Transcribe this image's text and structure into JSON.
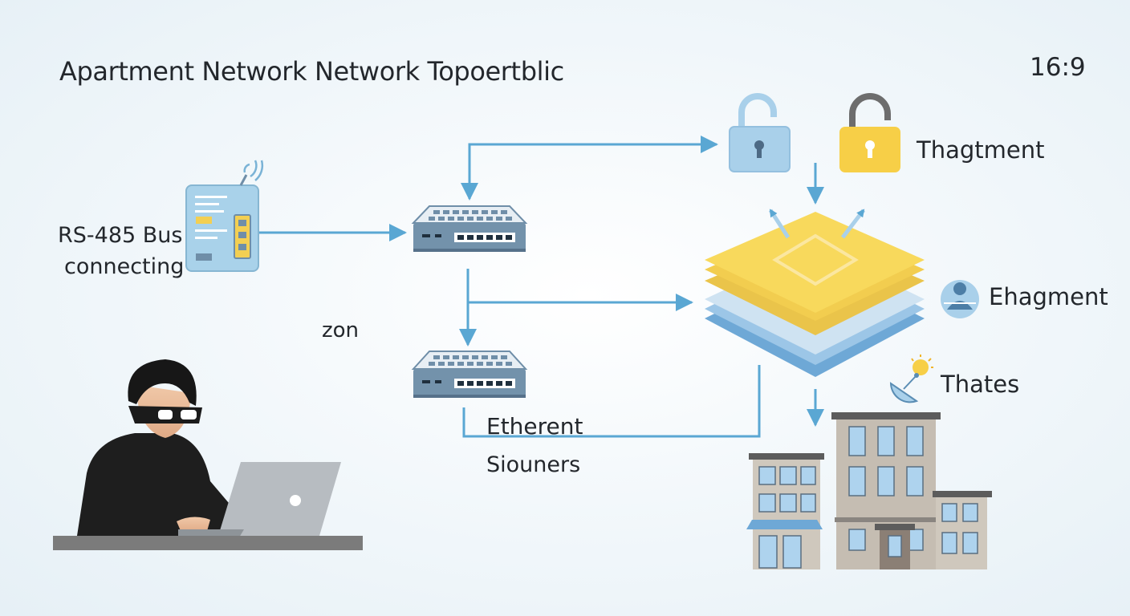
{
  "header": {
    "title": "Apartment Network Network Topoertblic",
    "aspect_ratio": "16:9"
  },
  "labels": {
    "rs485_line1": "RS-485 Bus",
    "rs485_line2": "connecting",
    "zone": "zon",
    "ethernet_line1": "Etherent",
    "ethernet_line2": "Siouners",
    "fragment_top": "Thagtment",
    "fragment_mid": "Ehagment",
    "threats": "Thates"
  },
  "colors": {
    "arrow_blue": "#5aa7d3",
    "lock_blue": "#a9d0ea",
    "lock_yellow": "#f7cf47",
    "layer_yellow": "#f6d65c",
    "layer_blue": "#8fc0e3",
    "switch_body": "#6f8ea8",
    "building_gray": "#c7c0b6"
  },
  "icons": [
    "intercom-panel-icon",
    "wifi-signal-icon",
    "network-switch-icon",
    "unlocked-padlock-icon",
    "locked-padlock-icon",
    "layer-stack-icon",
    "user-network-icon",
    "satellite-dish-icon",
    "apartment-building-icon",
    "hacker-icon",
    "laptop-icon"
  ]
}
